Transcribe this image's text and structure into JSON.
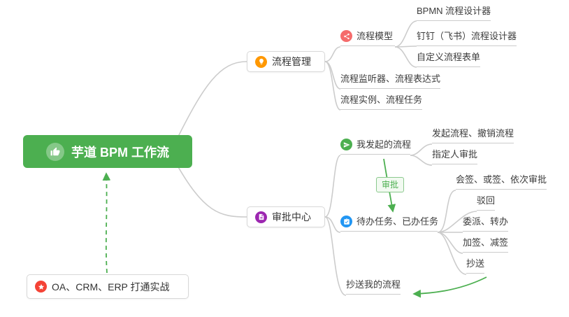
{
  "palette": {
    "accent_green": "#4caf50",
    "line_gray": "#cccccc"
  },
  "central": {
    "label": "芋道 BPM 工作流",
    "color": "#4caf50"
  },
  "relation_badge": {
    "label": "审批"
  },
  "bottom_note": {
    "label": "OA、CRM、ERP 打通实战",
    "icon_color": "#f44336"
  },
  "process": {
    "label": "流程管理",
    "icon_color": "#ff9800",
    "model": {
      "label": "流程模型",
      "icon_color": "#f56c6c",
      "children": [
        {
          "label": "BPMN 流程设计器"
        },
        {
          "label": "钉钉（飞书）流程设计器"
        },
        {
          "label": "自定义流程表单"
        }
      ]
    },
    "listener": {
      "label": "流程监听器、流程表达式"
    },
    "instance": {
      "label": "流程实例、流程任务"
    }
  },
  "approval": {
    "label": "审批中心",
    "icon_color": "#9c27b0",
    "initiated": {
      "label": "我发起的流程",
      "icon_color": "#4caf50",
      "children": [
        {
          "label": "发起流程、撤销流程"
        },
        {
          "label": "指定人审批"
        }
      ]
    },
    "tasks": {
      "label": "待办任务、已办任务",
      "icon_color": "#2196f3",
      "children": [
        {
          "label": "会签、或签、依次审批"
        },
        {
          "label": "驳回"
        },
        {
          "label": "委派、转办"
        },
        {
          "label": "加签、减签"
        },
        {
          "label": "抄送"
        }
      ]
    },
    "cc": {
      "label": "抄送我的流程"
    }
  }
}
